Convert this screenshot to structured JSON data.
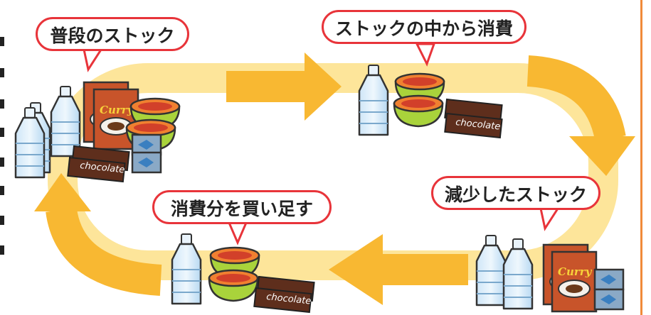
{
  "labels": {
    "normal_stock": "普段のストック",
    "consume_from_stock": "ストックの中から消費",
    "reduced_stock": "減少したストック",
    "buy_consumed": "消費分を買い足す"
  },
  "packaging": {
    "chocolate": "chocolate",
    "curry": "Curry"
  },
  "colors": {
    "loop_band": "#fde59a",
    "arrow": "#f8b832",
    "bubble_border": "#e8343a",
    "right_border": "#f08a3a"
  }
}
